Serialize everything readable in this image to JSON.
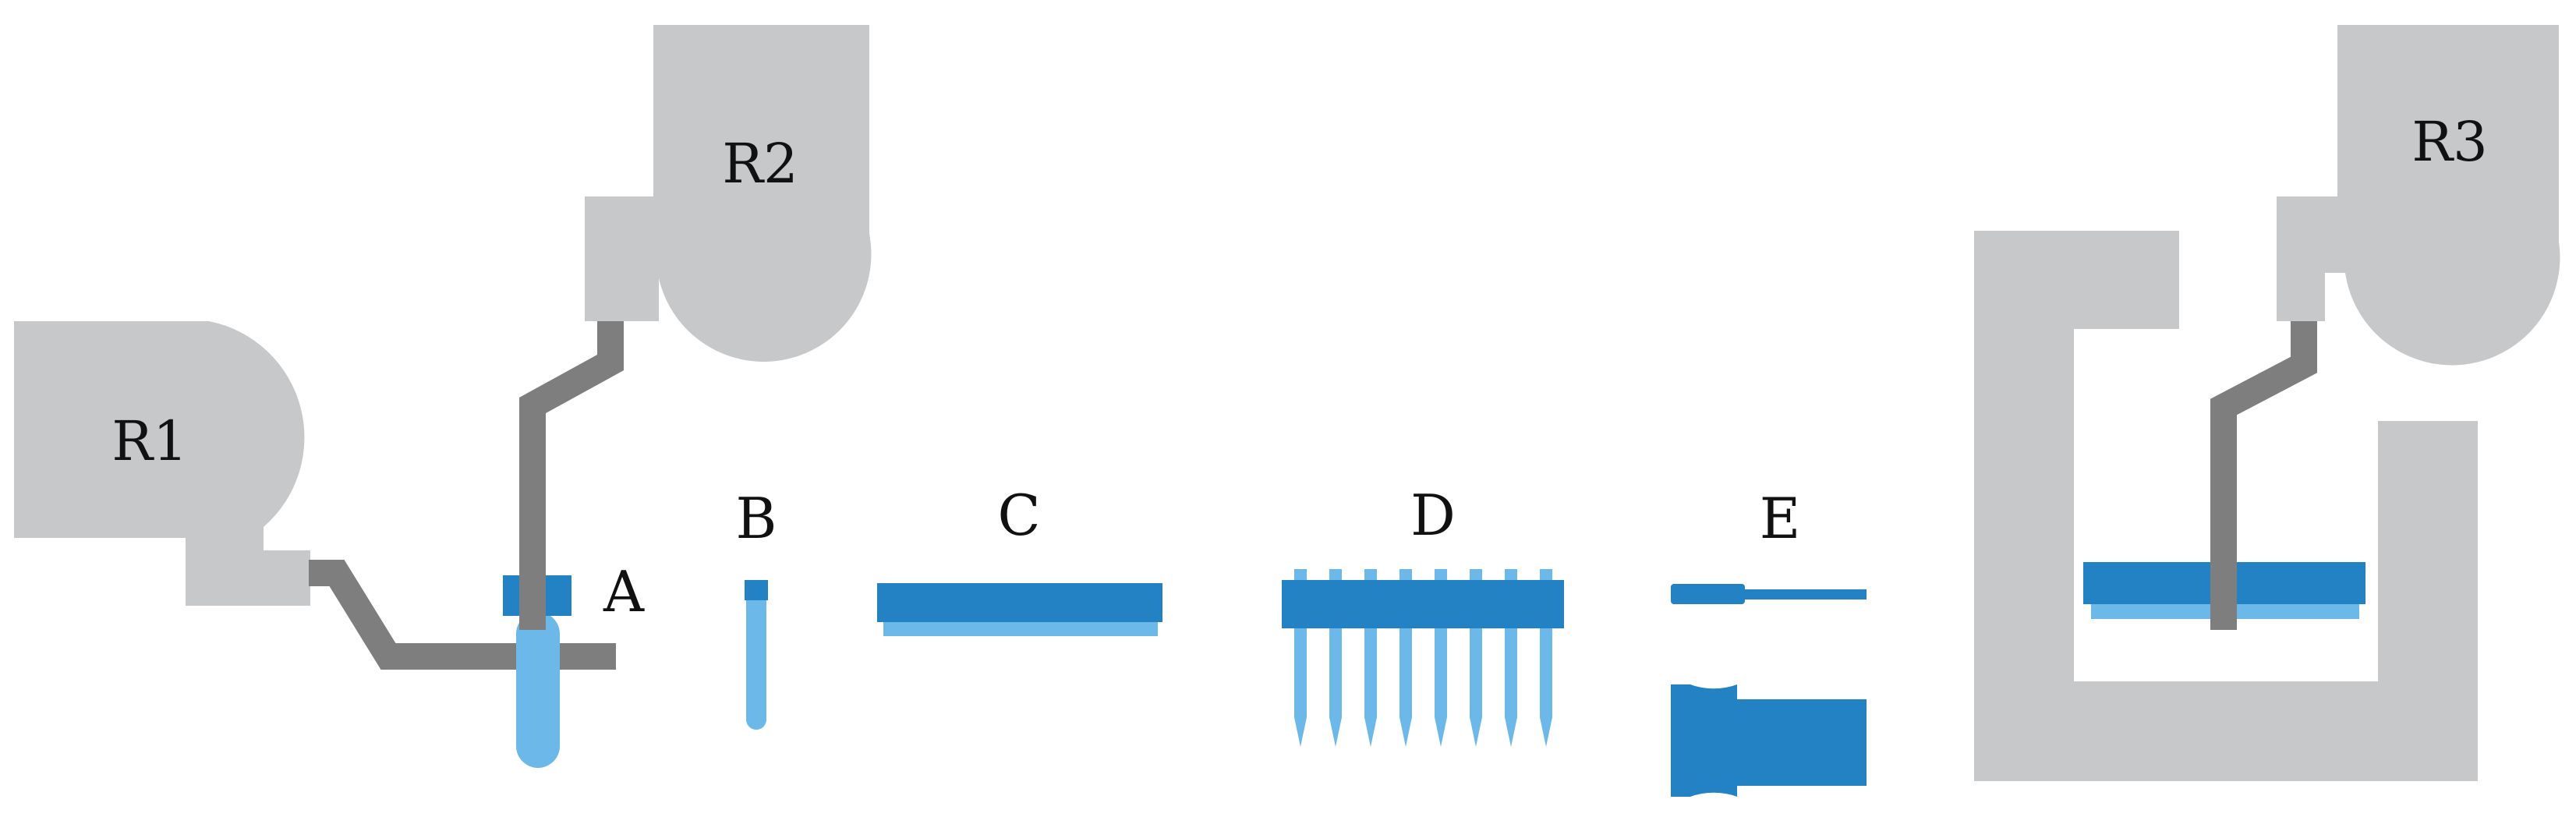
{
  "colors": {
    "robot": "#c6c8ca",
    "arm": "#7e7e7e",
    "blue_dark": "#2282c3",
    "blue_light": "#6cb8e8",
    "text": "#111111",
    "background": "#ffffff"
  },
  "robots": {
    "r1": "R1",
    "r2": "R2",
    "r3": "R3"
  },
  "parts": {
    "a": "A",
    "b": "B",
    "c": "C",
    "d": "D",
    "e": "E"
  }
}
